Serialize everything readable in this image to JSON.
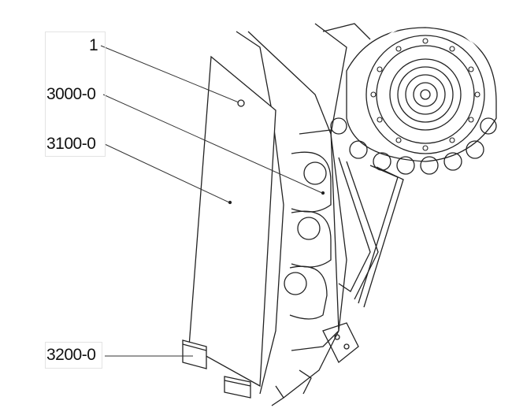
{
  "callouts": [
    {
      "id": "1",
      "label": "1"
    },
    {
      "id": "3000-0",
      "label": "3000-0"
    },
    {
      "id": "3100-0",
      "label": "3100-0"
    },
    {
      "id": "3200-0",
      "label": "3200-0"
    }
  ]
}
